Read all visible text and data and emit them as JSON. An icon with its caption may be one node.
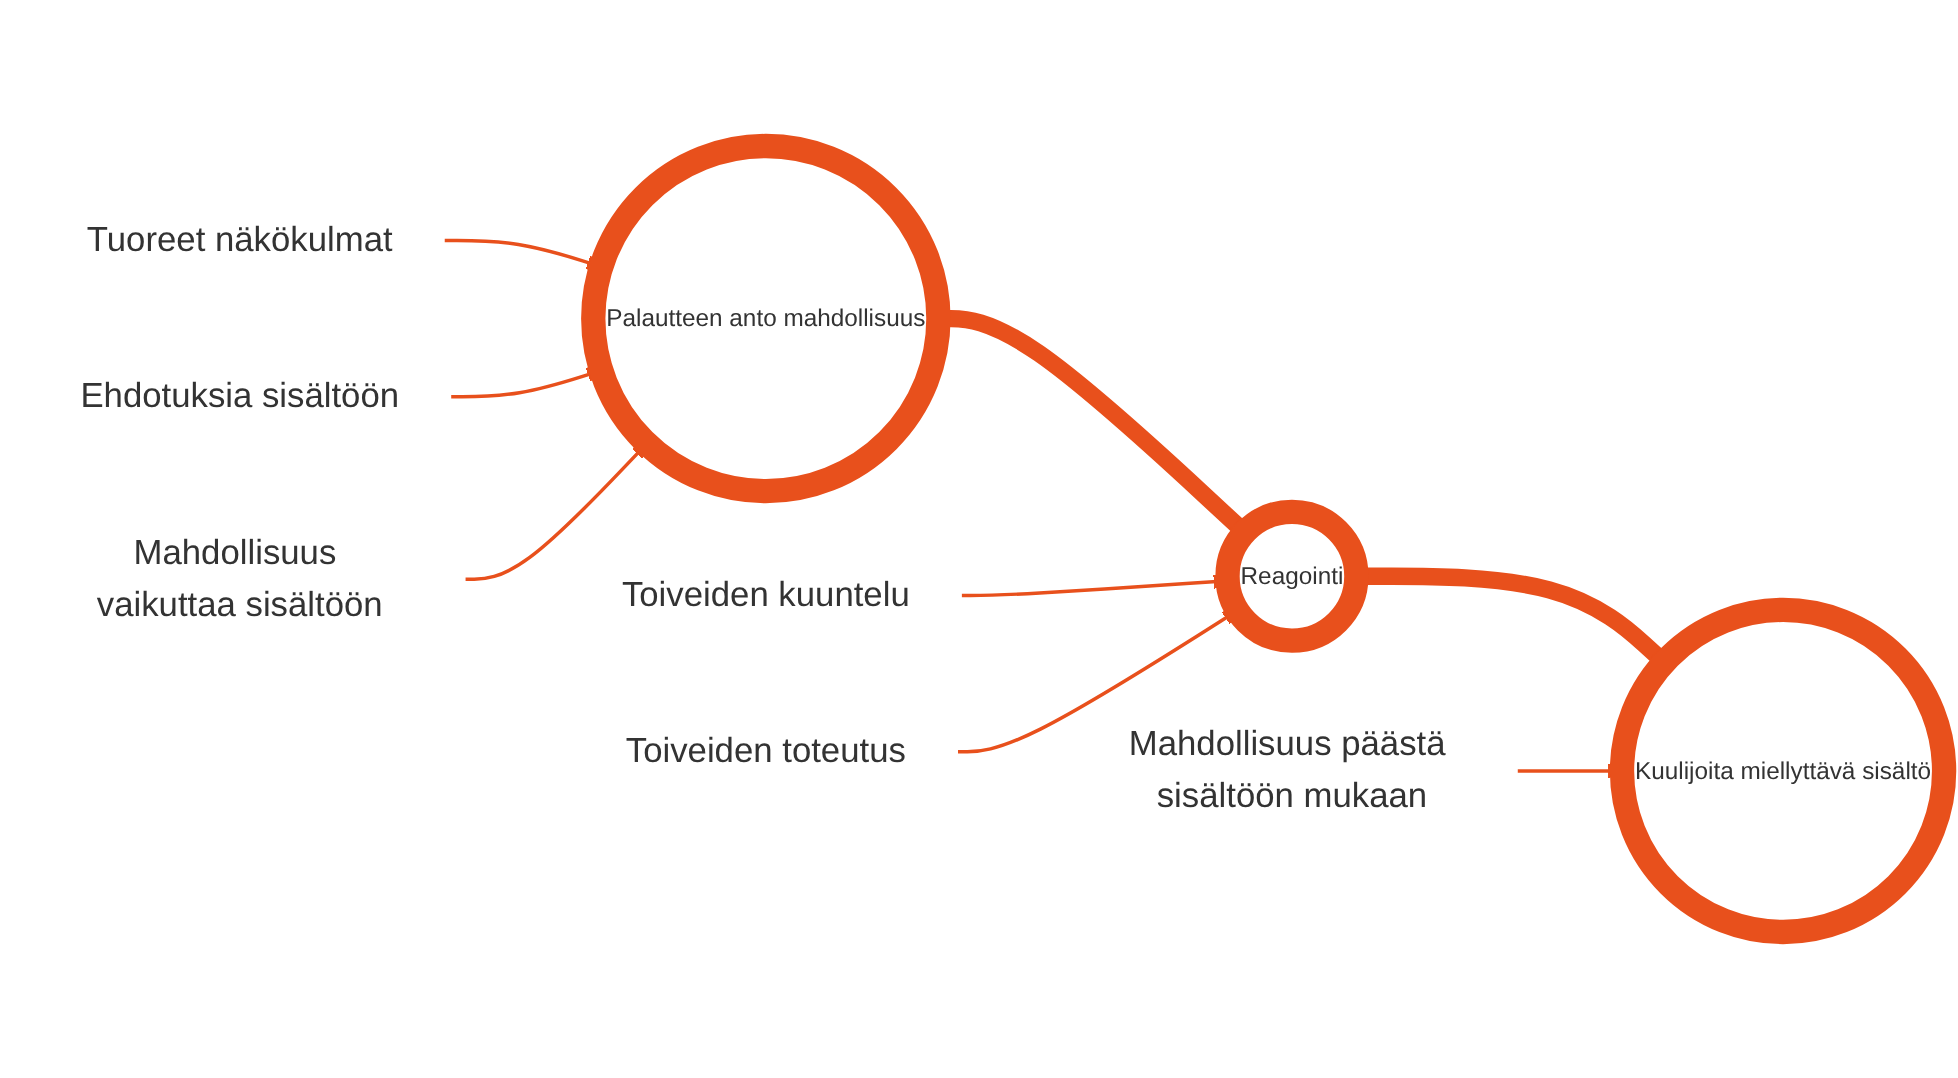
{
  "diagram": {
    "nodes": [
      {
        "text": [
          "Tuoreet näkökulmat"
        ]
      },
      {
        "text": [
          "Ehdotuksia sisältöön"
        ]
      },
      {
        "text": [
          "Palautteen anto mahdollisuus"
        ]
      },
      {
        "text": [
          "Mahdollisuus vaikuttaa sisältöön"
        ]
      },
      {
        "text": [
          "Toiveiden kuuntelu"
        ]
      },
      {
        "text": [
          "Reagointi"
        ]
      },
      {
        "text": [
          "Toiveiden toteutus"
        ]
      },
      {
        "text": [
          "Kuulijoita miellyttävä sisältö"
        ]
      },
      {
        "text": [
          "Mahdollisuus päästä sisältöön mukaan"
        ]
      }
    ],
    "edges": [
      {
        "from": 0,
        "to": 2,
        "arrow": "to"
      },
      {
        "from": 1,
        "to": 2,
        "arrow": "to"
      },
      {
        "from": 3,
        "to": 2,
        "arrow": "to"
      },
      {
        "from": 2,
        "to": 5,
        "arrow": "to",
        "style": "thick"
      },
      {
        "from": 4,
        "to": 5,
        "arrow": "to"
      },
      {
        "from": 6,
        "to": 5,
        "arrow": "to"
      },
      {
        "from": 5,
        "to": 7,
        "arrow": "to",
        "style": "thick"
      },
      {
        "from": 8,
        "to": 7,
        "arrow": "to"
      }
    ]
  }
}
